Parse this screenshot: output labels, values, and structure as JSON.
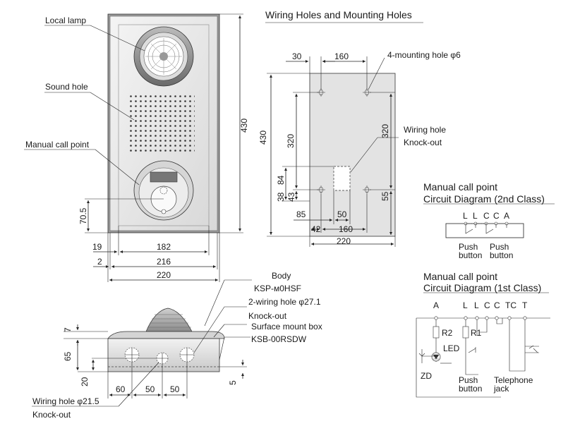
{
  "front_view": {
    "labels": {
      "local_lamp": "Local lamp",
      "sound_hole": "Sound hole",
      "manual_call_point": "Manual call point"
    },
    "dims": {
      "height": "430",
      "offset_bottom": "70.5",
      "width_inner": "182",
      "width_mid": "216",
      "width_outer": "220",
      "left_19": "19",
      "left_2": "2"
    }
  },
  "mounting_view": {
    "title": "Wiring Holes and Mounting Holes",
    "labels": {
      "mounting_hole": "4-mounting hole φ6",
      "wiring_hole": "Wiring hole",
      "knock_out": "Knock-out"
    },
    "dims": {
      "top_30": "30",
      "top_160": "160",
      "left_430": "430",
      "left_320": "320",
      "left_84": "84",
      "left_38": "38",
      "left_43": "43",
      "right_320": "320",
      "right_55": "55",
      "bottom_85": "85",
      "bottom_50": "50",
      "bottom_42": "42",
      "bottom_160": "160",
      "bottom_220": "220"
    }
  },
  "circuit_2nd": {
    "title_line1": "Manual call point",
    "title_line2": "Circuit Diagram (2nd Class)",
    "terminals": [
      "L",
      "L",
      "C",
      "C",
      "A"
    ],
    "button1": [
      "Push",
      "button"
    ],
    "button2": [
      "Push",
      "button"
    ]
  },
  "circuit_1st": {
    "title_line1": "Manual call point",
    "title_line2": "Circuit Diagram (1st Class)",
    "terminals": [
      "A",
      "L",
      "L",
      "C",
      "C",
      "TC",
      "T"
    ],
    "r2": "R2",
    "r1": "R1",
    "led": "LED",
    "zd": "ZD",
    "push_button": [
      "Push",
      "button"
    ],
    "telephone_jack": [
      "Telephone",
      "jack"
    ]
  },
  "side_view": {
    "labels": {
      "body": "Body",
      "body_model": "KSP-м0HSF",
      "wiring_hole_27": "2-wiring hole φ27.1",
      "knock_out_top": "Knock-out",
      "surface_box": "Surface mount box",
      "surface_model": "KSB-00RSDW",
      "wiring_hole_21": "Wiring hole φ21.5",
      "knock_out_bottom": "Knock-out"
    },
    "dims": {
      "h7": "7",
      "h65": "65",
      "h20": "20",
      "h5": "5",
      "w60": "60",
      "w50a": "50",
      "w50b": "50"
    }
  }
}
